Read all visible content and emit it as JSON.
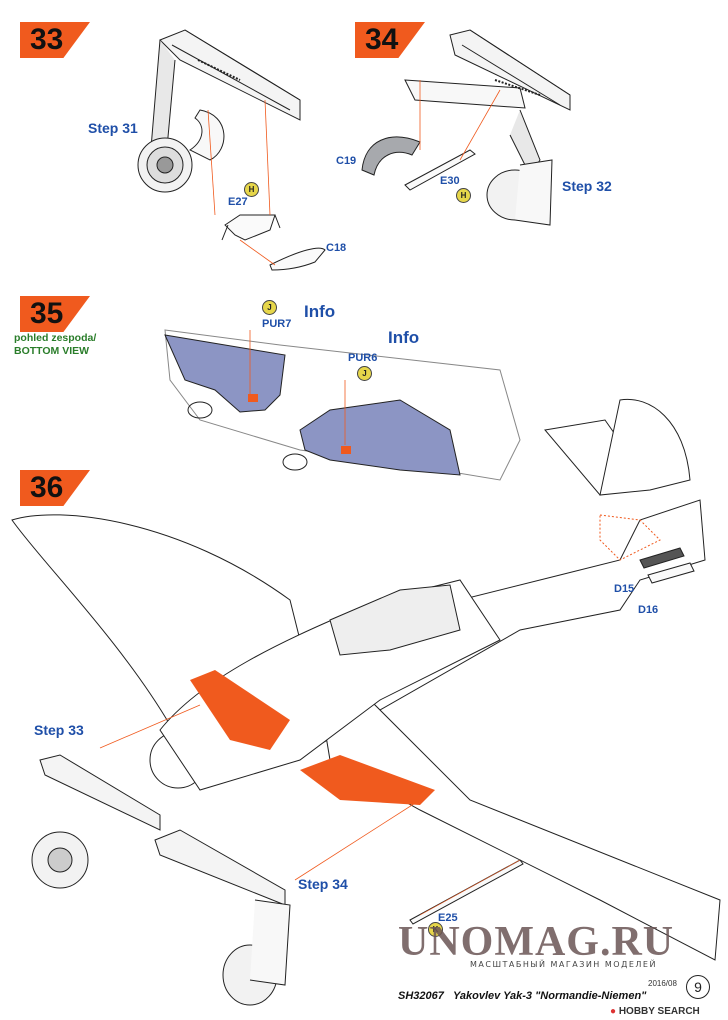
{
  "steps": [
    {
      "number": "33",
      "sub_label": "Step 31"
    },
    {
      "number": "34",
      "sub_label": "Step 32"
    },
    {
      "number": "35"
    },
    {
      "number": "36"
    }
  ],
  "step35_note": {
    "line1": "pohled zespoda/",
    "line2": "BOTTOM VIEW"
  },
  "parts": {
    "e27": "E27",
    "c18": "C18",
    "h_a": "H",
    "c19": "C19",
    "e30": "E30",
    "h_b": "H",
    "pur7": "PUR7",
    "pur6": "PUR6",
    "j_a": "J",
    "j_b": "J",
    "d15": "D15",
    "d16": "D16",
    "e25": "E25",
    "k": "K"
  },
  "info_labels": [
    "Info",
    "Info"
  ],
  "step36_refs": {
    "step33": "Step 33",
    "step34": "Step 34"
  },
  "watermark": {
    "brand": "UNOMAG.RU",
    "subtitle": "МАСШТАБНЫЙ МАГАЗИН МОДЕЛЕЙ"
  },
  "footer": {
    "date": "2016/08",
    "code": "SH32067",
    "title": "Yakovlev Yak-3 \"Normandie-Niemen\"",
    "page": "9",
    "hobby_search": "HOBBY SEARCH"
  },
  "colors": {
    "accent": "#f05a1e",
    "label_blue": "#1f4fa8",
    "panel_blue": "#8c95c4",
    "note_green": "#2a7d2a"
  }
}
